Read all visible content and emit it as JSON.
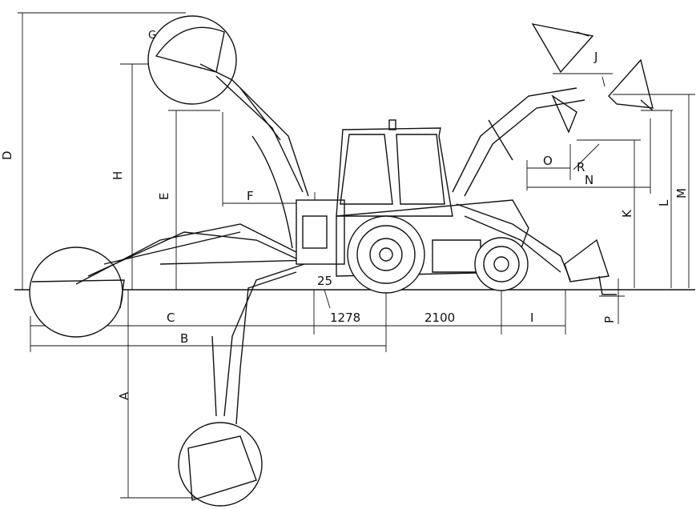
{
  "labels": {
    "A": "A",
    "B": "B",
    "C": "C",
    "D": "D",
    "E": "E",
    "F": "F",
    "G": "G",
    "H": "H",
    "I": "I",
    "J": "J",
    "K": "K",
    "L": "L",
    "M": "M",
    "N": "N",
    "O": "O",
    "P": "P",
    "R": "R"
  },
  "dimensions": {
    "rear_axle_to_pivot": "1278",
    "wheelbase": "2100",
    "angle": "25"
  }
}
